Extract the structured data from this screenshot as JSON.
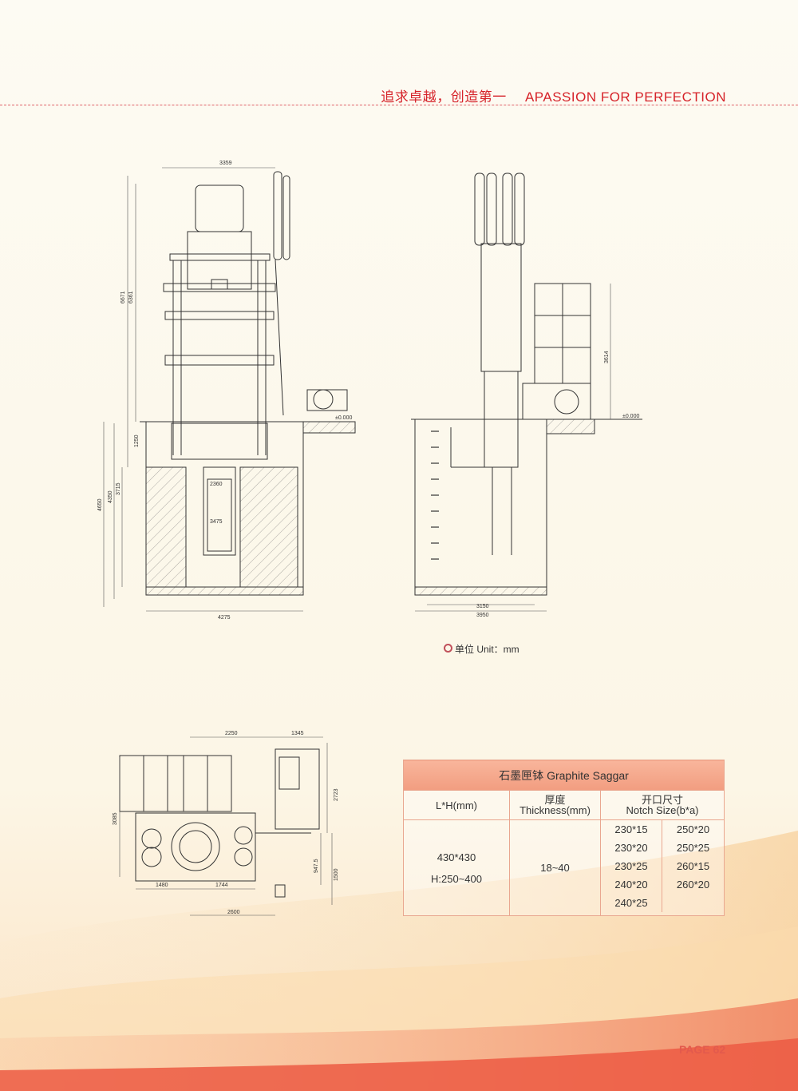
{
  "header": {
    "slogan_cn": "追求卓越，创造第一",
    "slogan_en": "APASSION FOR PERFECTION"
  },
  "drawings": {
    "front_view": {
      "dims": [
        "3359",
        "6671",
        "6361",
        "1250",
        "4650",
        "4350",
        "3715",
        "2360",
        "3475",
        "4275",
        "±0.000"
      ]
    },
    "side_view": {
      "dims": [
        "3614",
        "±0.000",
        "3150",
        "3950"
      ]
    },
    "plan_view": {
      "dims": [
        "2250",
        "1345",
        "3085",
        "2723",
        "947.5",
        "1500",
        "1480",
        "1744",
        "2600"
      ]
    }
  },
  "unit_note": "单位 Unit：mm",
  "saggar_table": {
    "title": "石墨匣钵 Graphite Saggar",
    "columns": {
      "size": "L*H(mm)",
      "thickness_cn": "厚度",
      "thickness_en": "Thickness(mm)",
      "notch_cn": "开口尺寸",
      "notch_en": "Notch Size(b*a)"
    },
    "row": {
      "size_1": "430*430",
      "size_2": "H:250~400",
      "thickness": "18~40",
      "notch": [
        "230*15",
        "250*20",
        "230*20",
        "250*25",
        "230*25",
        "260*15",
        "240*20",
        "260*20",
        "240*25",
        ""
      ]
    }
  },
  "page_number": "PAGE 62",
  "colors": {
    "accent_red": "#d6232a",
    "table_header": "#f4a284",
    "table_border": "#e9a790"
  }
}
